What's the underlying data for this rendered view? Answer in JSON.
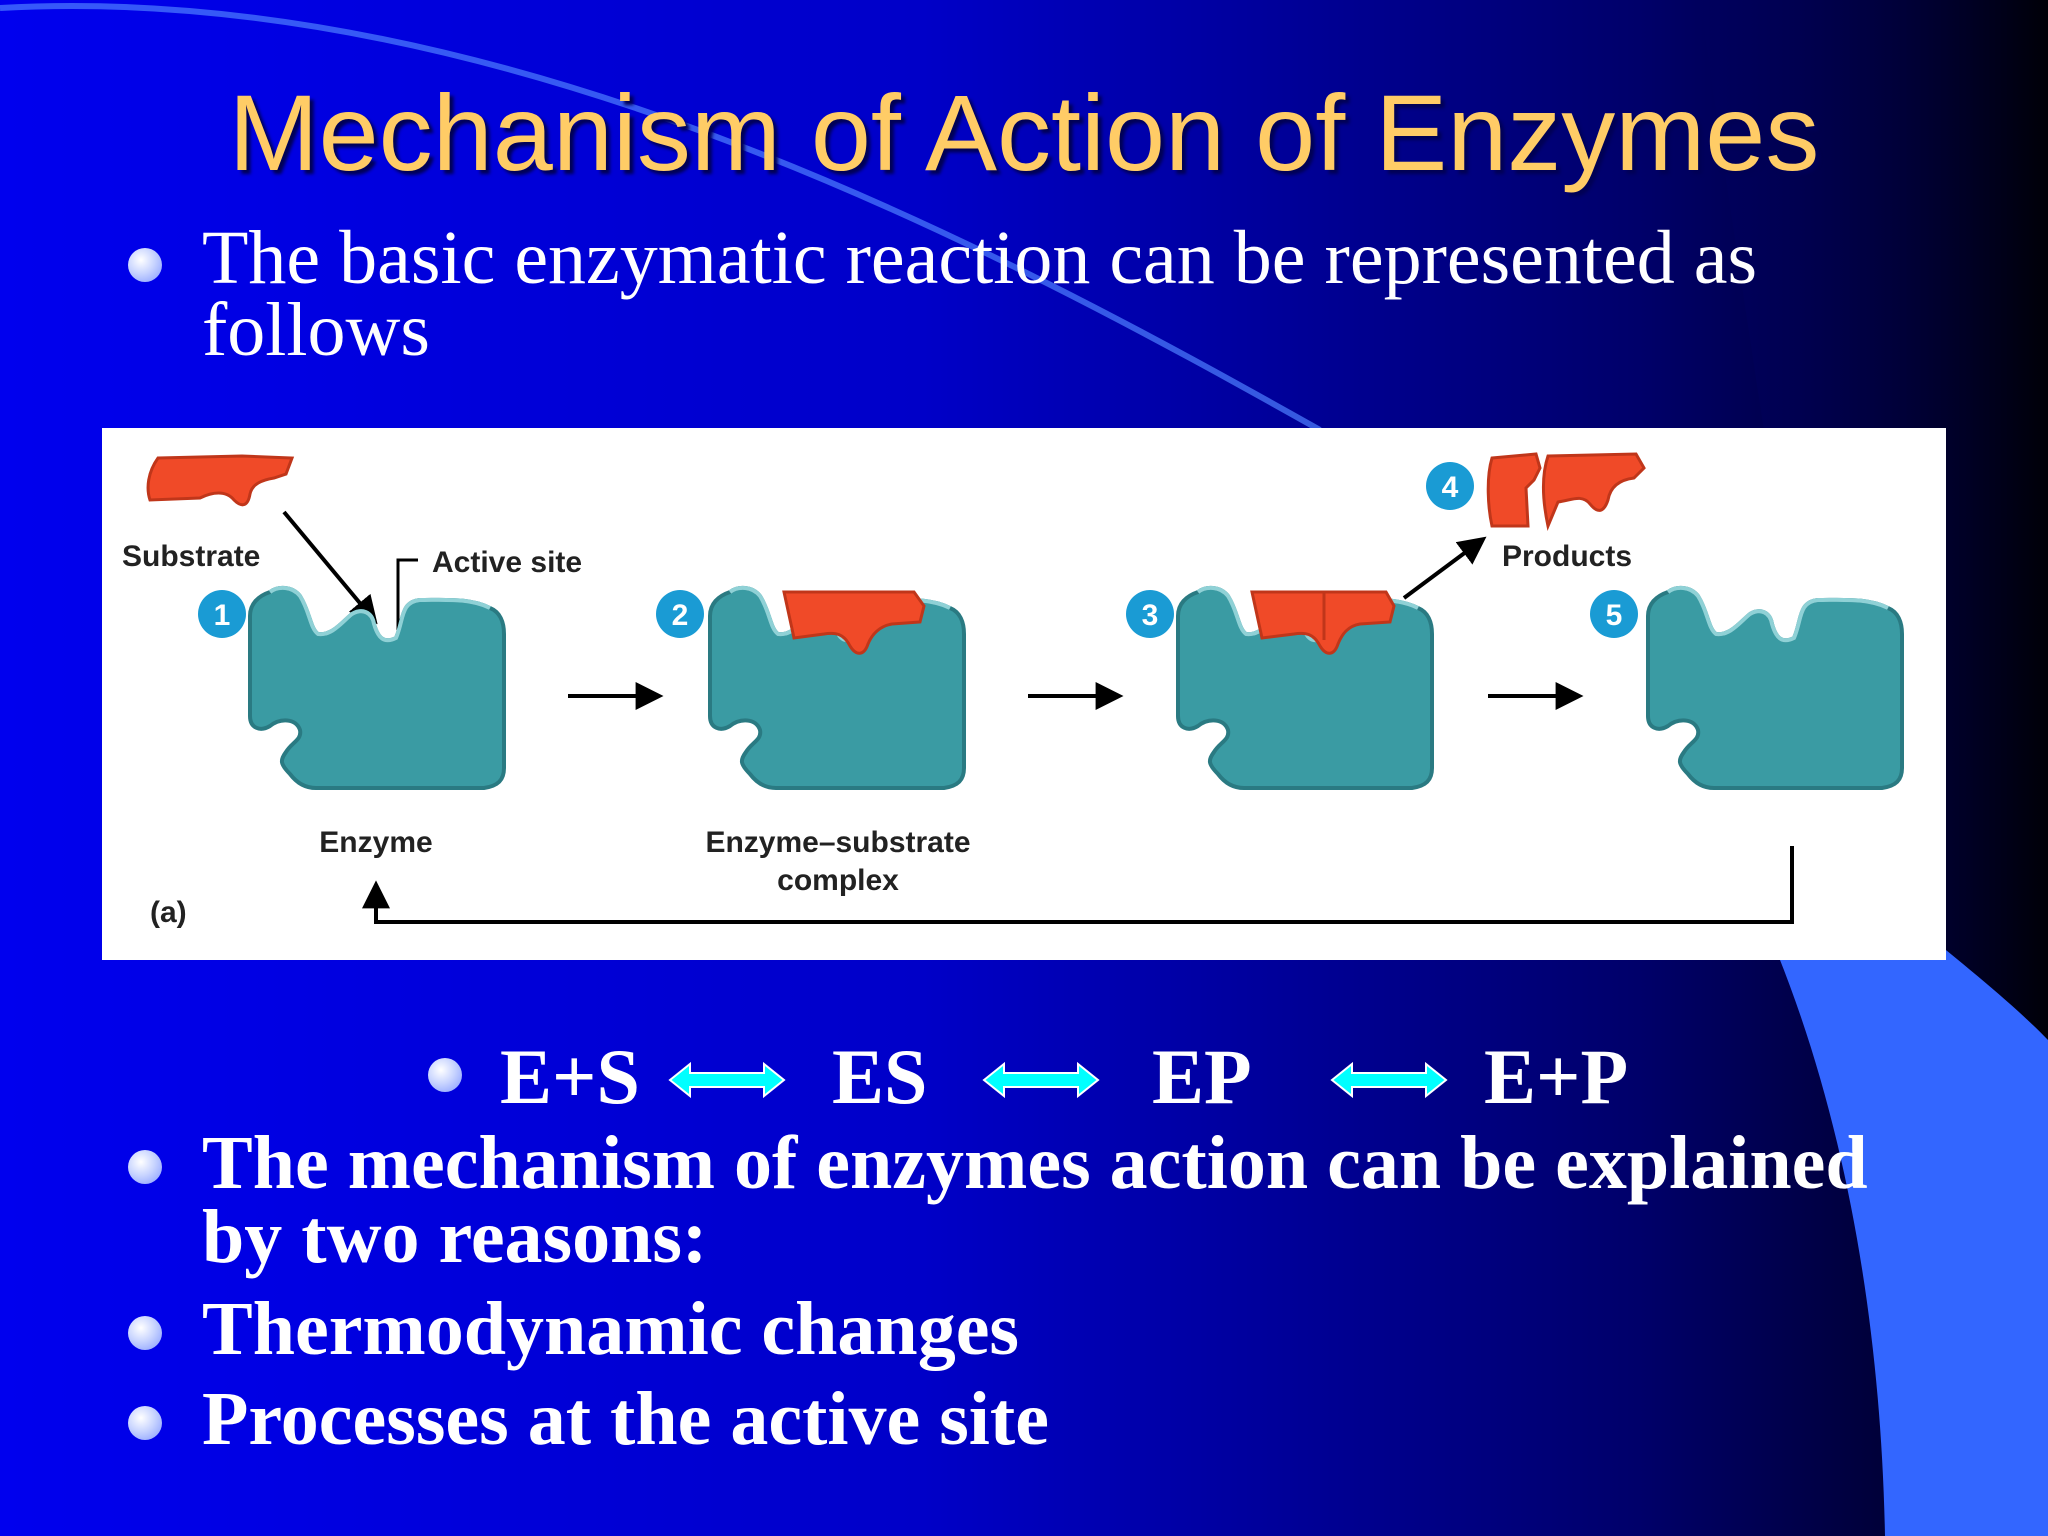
{
  "slide": {
    "title": "Mechanism of Action of Enzymes",
    "intro_line1": "The basic enzymatic reaction can be represented as",
    "intro_line2": "follows"
  },
  "figure": {
    "substrate": "Substrate",
    "active_site": "Active site",
    "products": "Products",
    "enzyme": "Enzyme",
    "complex_line1": "Enzyme–substrate",
    "complex_line2": "complex",
    "panel": "(a)",
    "steps": [
      "1",
      "2",
      "3",
      "4",
      "5"
    ]
  },
  "equation": {
    "terms": [
      "E+S",
      "ES",
      "EP",
      "E+P"
    ],
    "arrow_color": "#00ffff"
  },
  "bullets": {
    "mechanism_line1": "The mechanism of enzymes action can be explained",
    "mechanism_line2": "by two reasons:",
    "thermo": "Thermodynamic changes",
    "active_site": "Processes at the active site"
  },
  "colors": {
    "title": "#ffcc66",
    "background": "#0000cc",
    "enzyme": "#3a9ba3",
    "substrate": "#f04a28",
    "step_badge": "#1a9bd4"
  }
}
